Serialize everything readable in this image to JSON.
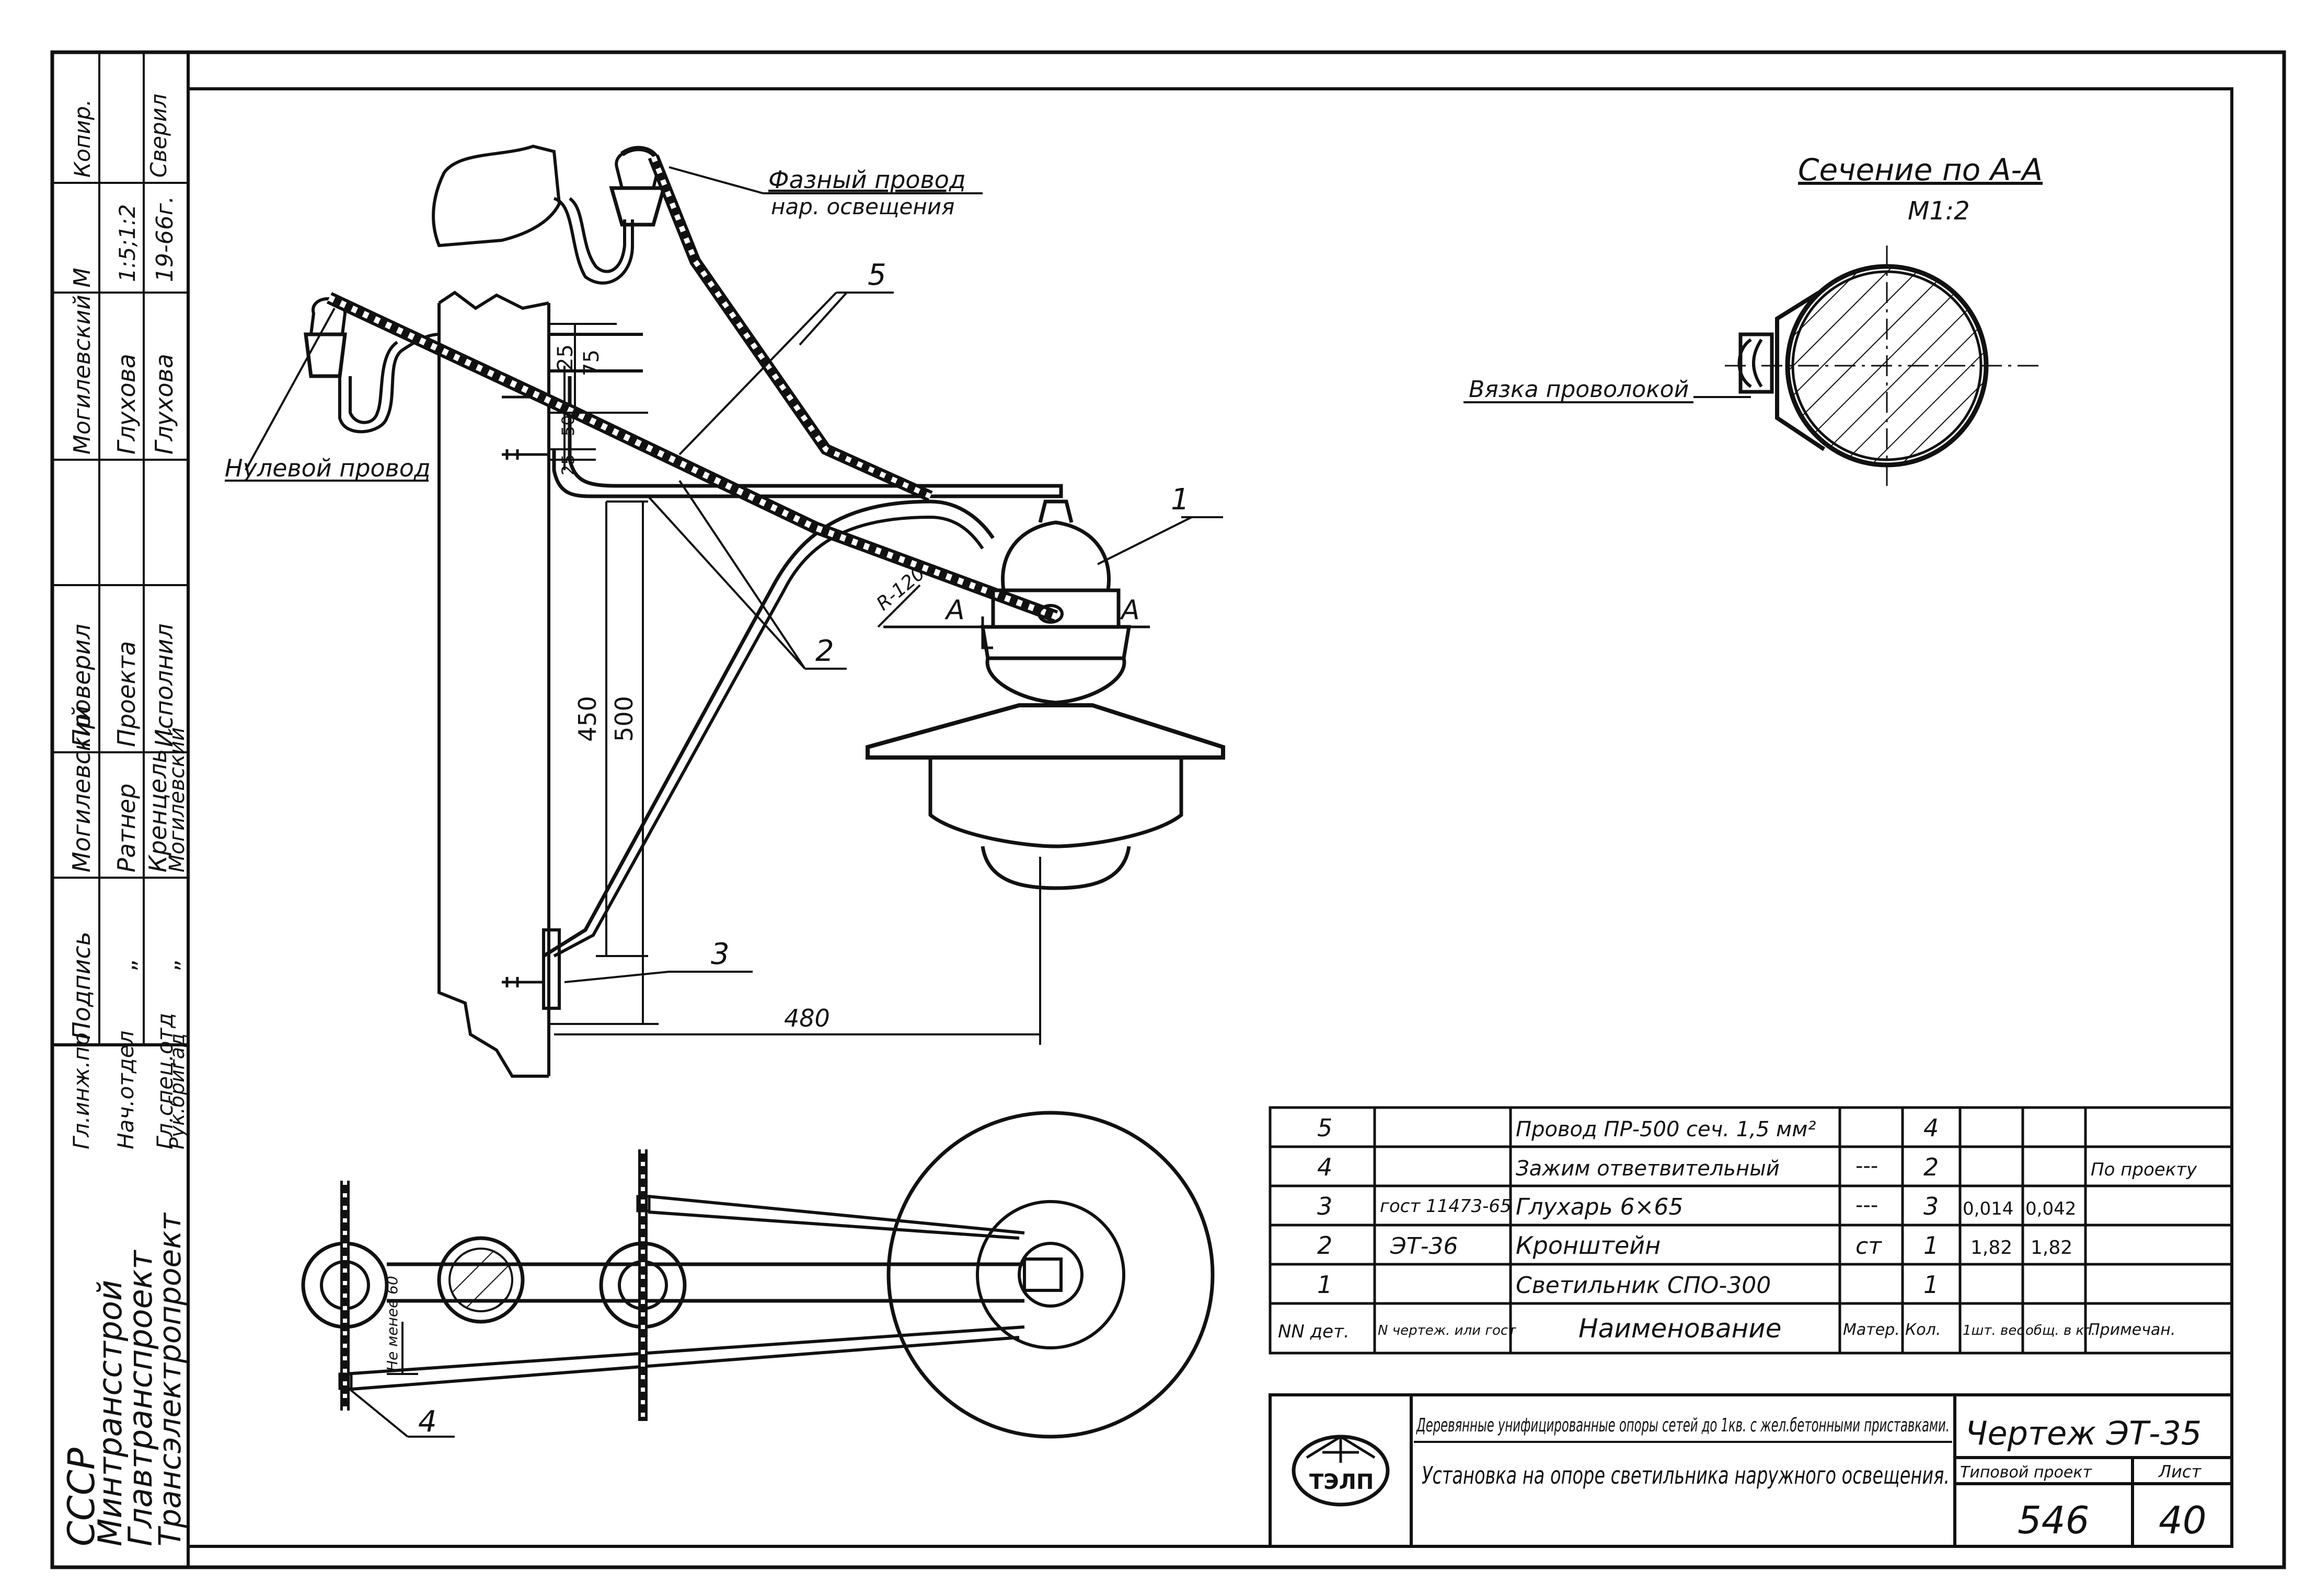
{
  "side_stamp": {
    "org": [
      "СССР",
      "Минтрансстрой",
      "Главтранспроект",
      "Трансэлектропроект"
    ],
    "rows": [
      {
        "role": "Гл.инж.пр",
        "sign": "•",
        "name": "Могилевский"
      },
      {
        "role": "Нач.отдел",
        "sign": "",
        "name": "Ратнер"
      },
      {
        "role": "Гл.спец.отд",
        "sign": "„",
        "name": "Кренцель"
      },
      {
        "role": "Рук.бригад",
        "sign": "„",
        "name": "Могилевский"
      }
    ],
    "col_headers": [
      "Подпись",
      "Могилевский",
      "Проверил"
    ],
    "proj_labels": [
      "Проекта",
      "Исполнил"
    ],
    "extra": [
      "Могилевский М",
      "Глухова",
      "Глухова",
      "1:5;1:2",
      "19-66г.",
      "Копир.",
      "Сверил"
    ]
  },
  "main_drawing": {
    "phase_wire": [
      "Фазный провод",
      "нар. освещения"
    ],
    "neutral_wire": "Нулевой провод",
    "callouts": [
      "1",
      "2",
      "3",
      "4",
      "5"
    ],
    "section_marks": [
      "А",
      "А"
    ],
    "radius": "R-120",
    "dims": {
      "d25a": "25",
      "d75": "75",
      "d50": "50",
      "d25b": "25",
      "d450": "450",
      "d500": "500",
      "d480": "480"
    }
  },
  "section": {
    "title": "Сечение по А-А",
    "scale": "М1:2",
    "tie_label": "Вязка проволокой"
  },
  "plan_view": {
    "dim_label": "Не менее 60"
  },
  "spec_table": {
    "header": [
      "NN дет.",
      "N чертеж. или гост",
      "Наименование",
      "Матер.",
      "Кол.",
      "1шт. вес",
      "общ. в кг.",
      "Примечан."
    ],
    "rows": [
      [
        "5",
        "",
        "Провод ПР-500 сеч. 1,5 мм²",
        "",
        "4",
        "",
        "",
        ""
      ],
      [
        "4",
        "",
        "Зажим ответвительный",
        "---",
        "2",
        "",
        "",
        "По проекту"
      ],
      [
        "3",
        "гост 11473-65",
        "Глухарь 6×65",
        "---",
        "3",
        "0,014",
        "0,042",
        ""
      ],
      [
        "2",
        "ЭТ-36",
        "Кронштейн",
        "ст",
        "1",
        "1,82",
        "1,82",
        ""
      ],
      [
        "1",
        "",
        "Светильник СПО-300",
        "",
        "1",
        "",
        "",
        ""
      ]
    ]
  },
  "title_block": {
    "logo_text": "ТЭЛП",
    "subtitle": "Деревянные унифицированные опоры сетей до 1кв. с жел.бетонными приставками.",
    "title": "Установка на опоре светильника наружного освещения.",
    "drawing_no": "Чертеж ЭТ-35",
    "typ_label": "Типовой проект",
    "sheet_label": "Лист",
    "typ_value": "546",
    "sheet_value": "40"
  }
}
